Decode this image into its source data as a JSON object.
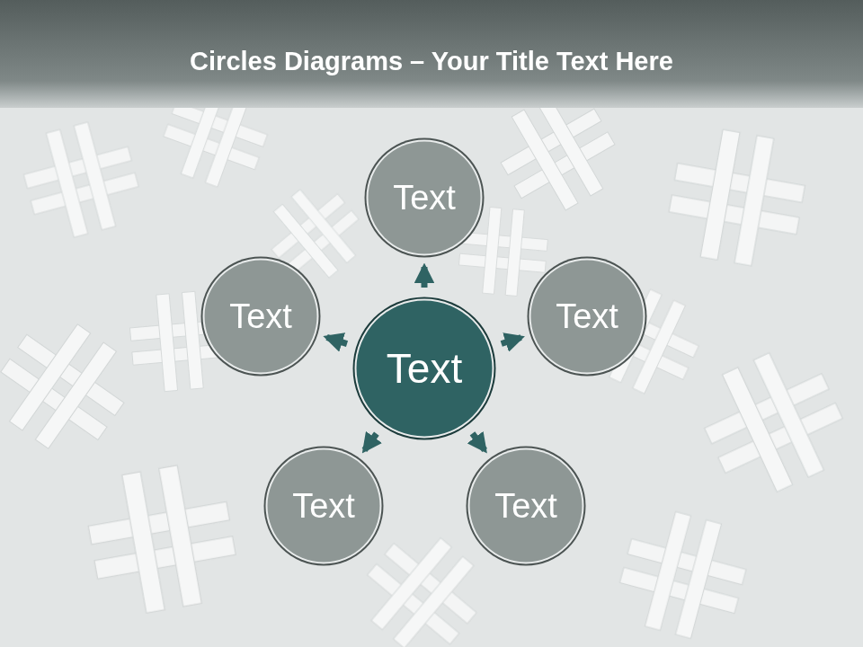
{
  "diagram": {
    "title": "Circles Diagrams – Your Title Text Here",
    "nodes": [
      {
        "text": [
          "Text"
        ]
      },
      {
        "text": [
          "Text"
        ]
      },
      {
        "text": [
          "Text"
        ]
      },
      {
        "text": [
          "Text"
        ]
      },
      {
        "text": [
          "Text"
        ]
      },
      {
        "text": [
          "Text"
        ]
      }
    ],
    "edges": [
      {
        "from": 0,
        "to": 1,
        "arrow": "to"
      },
      {
        "from": 0,
        "to": 2,
        "arrow": "to"
      },
      {
        "from": 0,
        "to": 3,
        "arrow": "to"
      },
      {
        "from": 0,
        "to": 4,
        "arrow": "to"
      },
      {
        "from": 0,
        "to": 5,
        "arrow": "to"
      }
    ]
  }
}
